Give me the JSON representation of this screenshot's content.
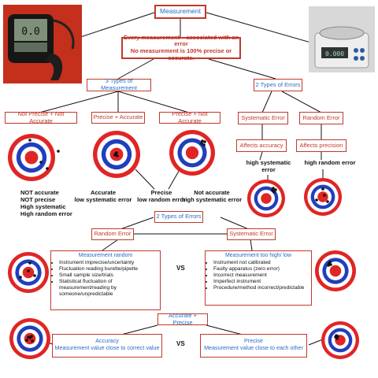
{
  "title": "Measurement",
  "intro": {
    "line1": "Every measurement – associated with an error",
    "line2": "No measurement is 100% precise or accurate."
  },
  "types_of_measurement": "3 Types of Measurement",
  "types_of_errors_top": "2 Types of Errors",
  "measurement_types": [
    {
      "label": "Not Precise + Not Accurate"
    },
    {
      "label": "Precise + Accurate"
    },
    {
      "label": "Precise + Not Accurate"
    }
  ],
  "error_types_top": [
    {
      "label": "Systematic Error"
    },
    {
      "label": "Random Error"
    }
  ],
  "affects": [
    {
      "label": "Affects accuracy"
    },
    {
      "label": "Affects precision"
    }
  ],
  "target_captions": {
    "npna": [
      "NOT accurate",
      "NOT precise",
      "High systematic",
      "High random error"
    ],
    "accurate": [
      "Accurate",
      "low systematic error"
    ],
    "precise": [
      "Precise",
      "low random error"
    ],
    "not_accurate": [
      "Not accurate",
      "high systematic error"
    ],
    "high_systematic": [
      "high systematic",
      "error"
    ],
    "high_random": [
      "high random error"
    ]
  },
  "types_of_errors_mid": "2 Types of Errors",
  "error_types_mid": [
    {
      "label": "Random Error"
    },
    {
      "label": "Systematic Error"
    }
  ],
  "random_panel": {
    "title": "Measurement random",
    "items": [
      "Instrument imprecise/uncertainty",
      "Fluctuation reading burette/pipette",
      "Small sample size/trials",
      "Statistical fluctuation of measurement/reading by someone/unpredictable"
    ]
  },
  "systematic_panel": {
    "title": "Measurement too high/ low",
    "items": [
      "Instrument not calibrated",
      "Faulty apparatus (zero error)",
      "Incorrect measurement",
      "Imperfect instrument",
      "Procedure/method incorrect/predictable"
    ]
  },
  "vs_label": "VS",
  "accurate_precise": "Accurate + Precise",
  "bottom": {
    "accuracy_title": "Accuracy",
    "accuracy_desc": "Measurement value close to correct value",
    "precise_title": "Precise",
    "precise_desc": "Measurement value close to each other"
  },
  "devices": {
    "meter_reading": "0.0",
    "scale_reading": "0.000"
  },
  "colors": {
    "box_border": "#c0392b",
    "title_blue": "#2a6cc4",
    "ring_red": "#e02525",
    "ring_blue": "#1f3fbf"
  }
}
